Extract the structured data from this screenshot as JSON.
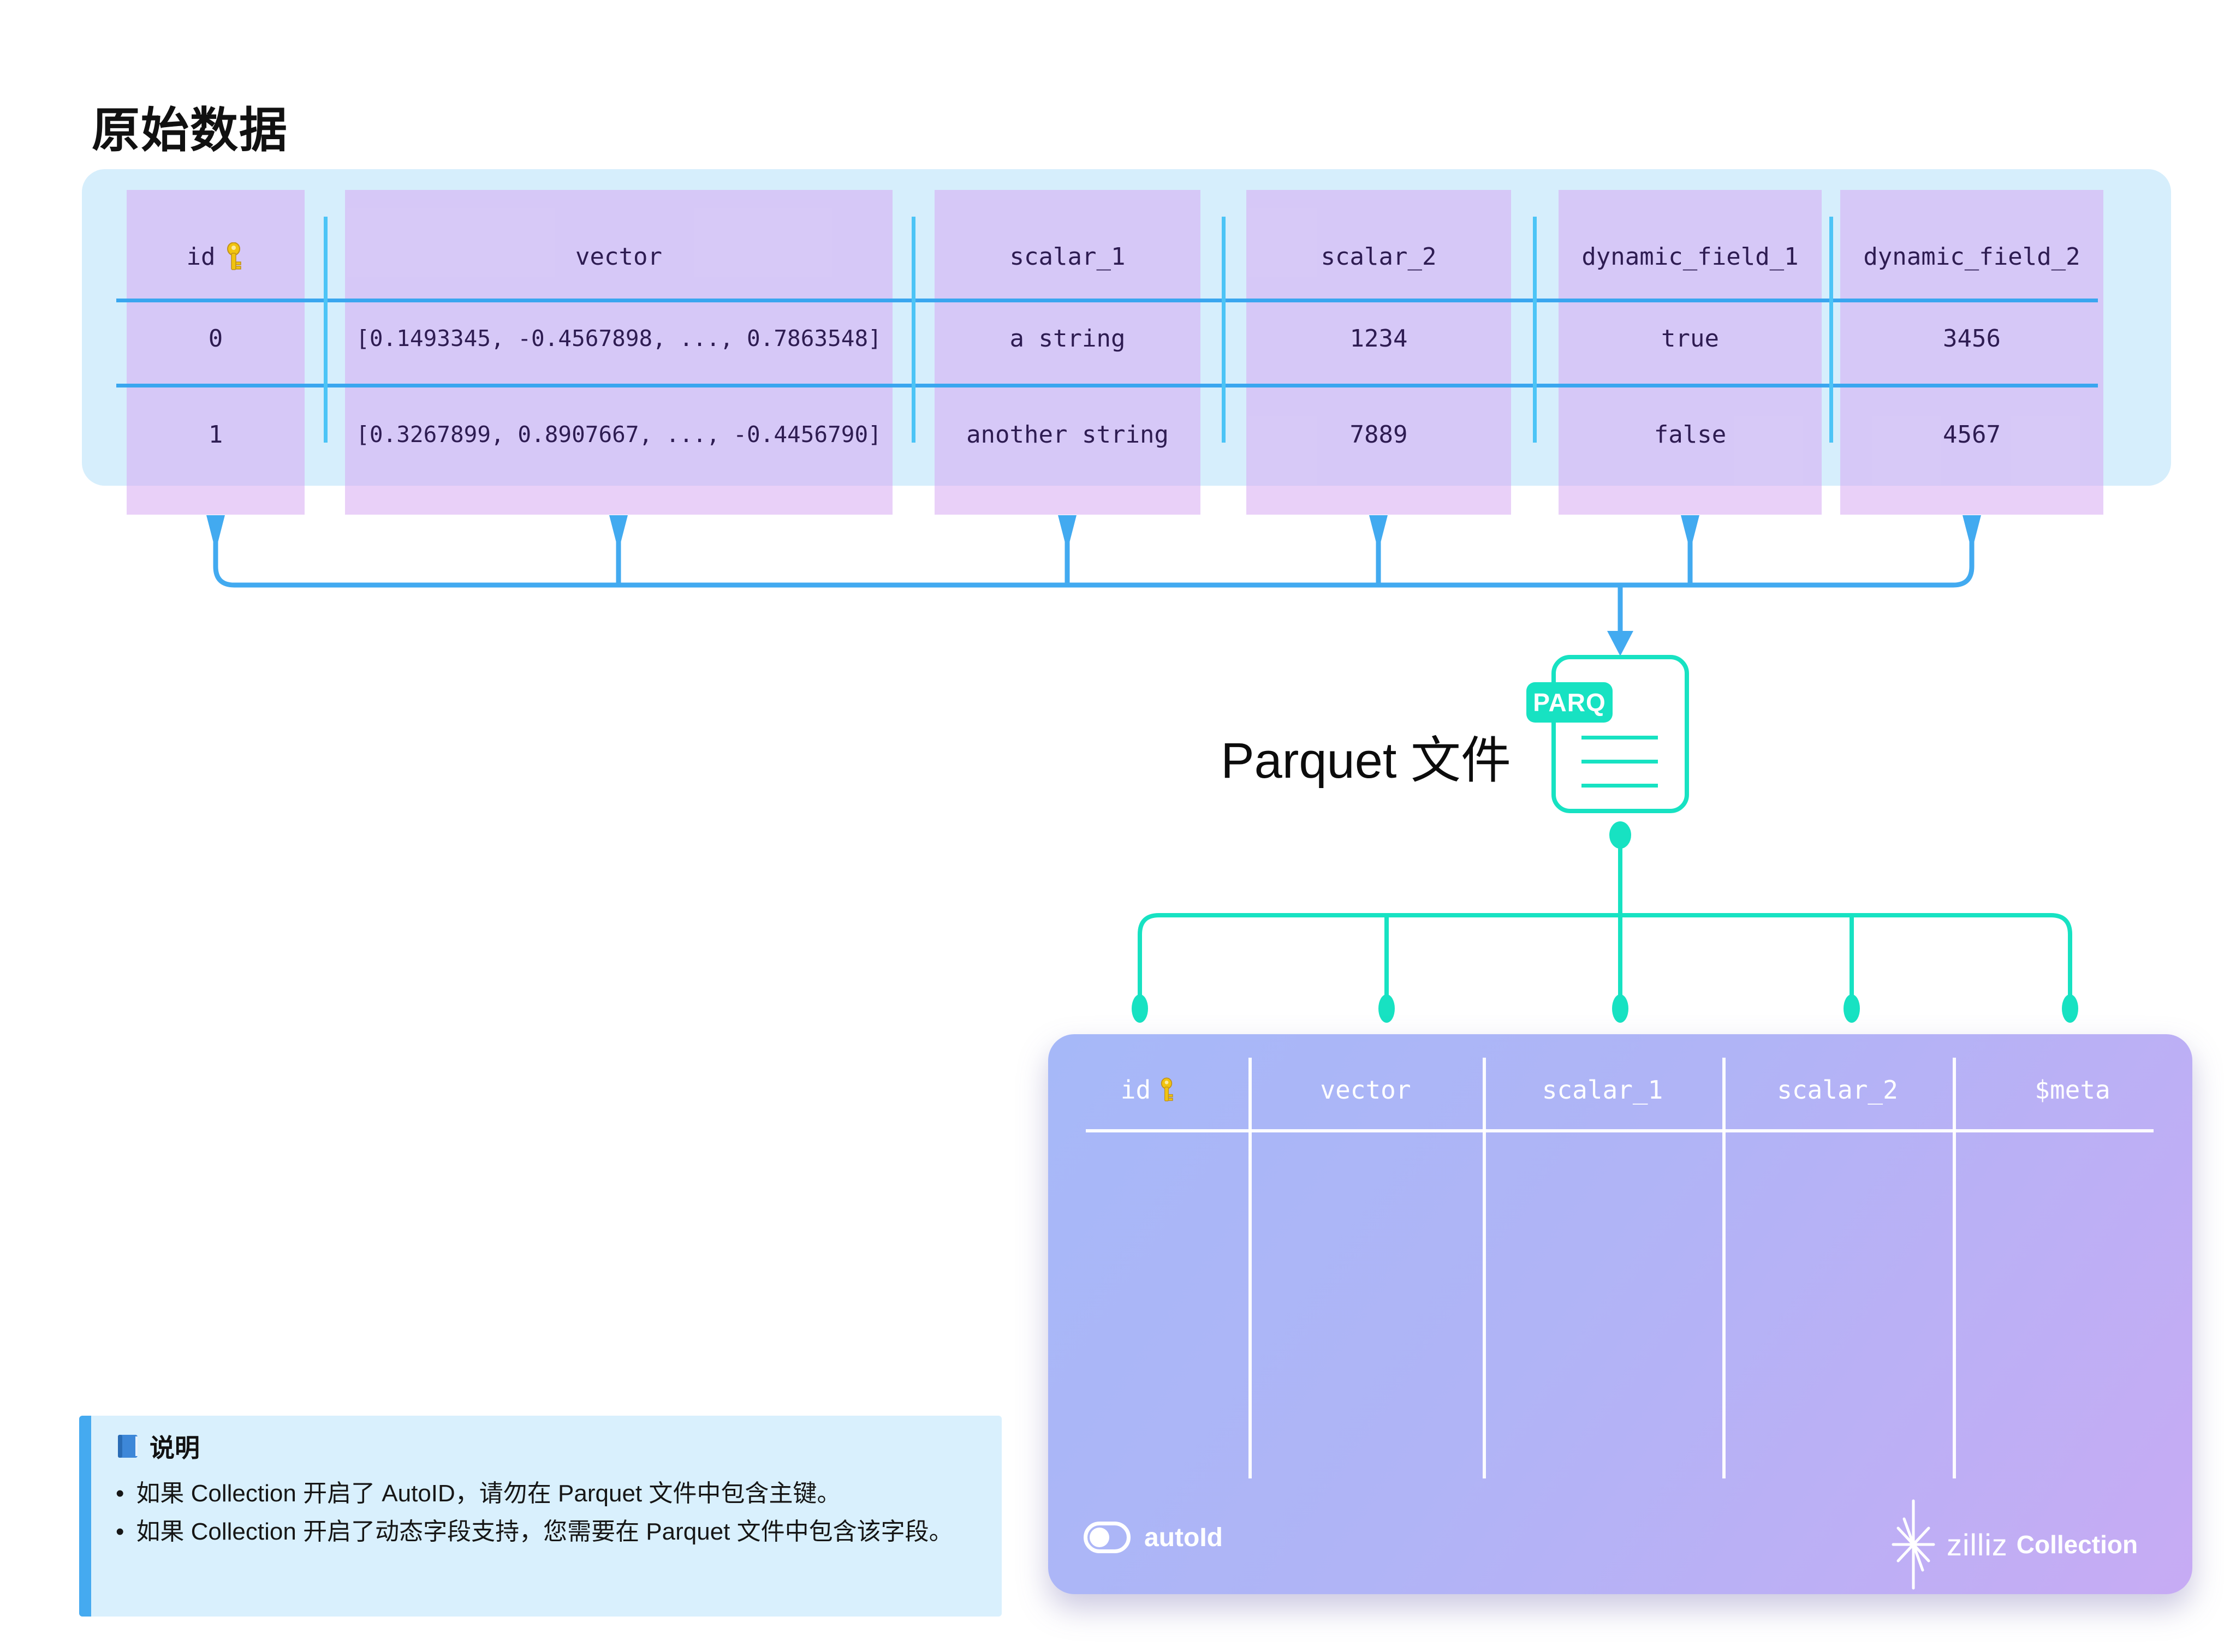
{
  "page": {
    "title": "原始数据"
  },
  "raw_table": {
    "columns": [
      {
        "label": "id",
        "icon": "key-icon"
      },
      {
        "label": "vector"
      },
      {
        "label": "scalar_1"
      },
      {
        "label": "scalar_2"
      },
      {
        "label": "dynamic_field_1"
      },
      {
        "label": "dynamic_field_2"
      }
    ],
    "rows": [
      [
        "0",
        "[0.1493345, -0.4567898, ..., 0.7863548]",
        "a string",
        "1234",
        "true",
        "3456"
      ],
      [
        "1",
        "[0.3267899, 0.8907667, ..., -0.4456790]",
        "another string",
        "7889",
        "false",
        "4567"
      ]
    ]
  },
  "parquet": {
    "badge": "PARQ",
    "label": "Parquet 文件"
  },
  "collection": {
    "columns": [
      {
        "label": "id",
        "icon": "key-icon"
      },
      {
        "label": "vector"
      },
      {
        "label": "scalar_1"
      },
      {
        "label": "scalar_2"
      },
      {
        "label": "$meta"
      }
    ],
    "autoid_label": "autoId",
    "brand_name": "zilliz",
    "brand_suffix": "Collection"
  },
  "note": {
    "title": "说明",
    "bullets": [
      "如果 Collection 开启了 AutoID，请勿在 Parquet 文件中包含主键。",
      "如果 Collection 开启了动态字段支持，您需要在 Parquet 文件中包含该字段。"
    ]
  },
  "colors": {
    "raw_container_bg": "#d6eefc",
    "raw_column_overlay": "#d7aaf2",
    "raw_line_blue": "#3aa6ef",
    "raw_separator_cyan": "#4cc4f6",
    "arrow_blue": "#42aaf0",
    "teal_accent": "#17e2c2",
    "table_text": "#2e1c52",
    "collection_gradient_start": "#a6b8f8",
    "collection_gradient_end": "#c7abf4",
    "note_bg": "#d9f0fd",
    "note_stripe": "#45aaf0",
    "key_gold": "#f1c40f"
  }
}
